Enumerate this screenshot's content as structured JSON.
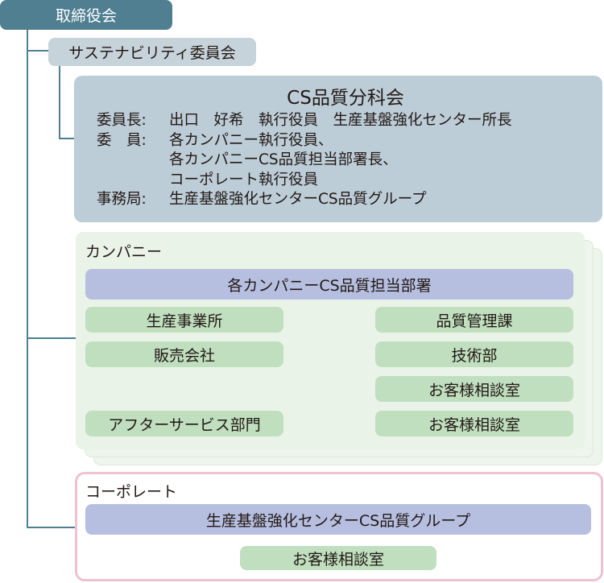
{
  "board": "取締役会",
  "committee": "サステナビリティ委員会",
  "cs_subcommittee": {
    "title": "CS品質分科会",
    "chair_label": "委員長:",
    "chair_lines": [
      "出口　好希　執行役員　生産基盤強化センター所長"
    ],
    "members_label": "委　員:",
    "members_lines": [
      "各カンパニー執行役員、",
      "各カンパニーCS品質担当部署長、",
      "コーポレート執行役員"
    ],
    "secretariat_label": "事務局:",
    "secretariat_lines": [
      "生産基盤強化センターCS品質グループ"
    ]
  },
  "company": {
    "title": "カンパニー",
    "cs_dept": "各カンパニーCS品質担当部署",
    "production_sites": "生産事業所",
    "quality_section": "品質管理課",
    "sales_companies": "販売会社",
    "technical_dept": "技術部",
    "customer_desk_1": "お客様相談室",
    "after_service": "アフターサービス部門",
    "customer_desk_2": "お客様相談室"
  },
  "corporate": {
    "title": "コーポレート",
    "cs_group": "生産基盤強化センターCS品質グループ",
    "customer_desk": "お客様相談室"
  },
  "colors": {
    "board_fill": "#4f7f91",
    "wire_blue": "#4f7f91",
    "wire_green": "#3a9a4c",
    "cs_box_fill": "#bccdd7",
    "company_panel_fill": "#eaf3e8",
    "blue_bar_fill": "#b6bfe0",
    "green_node_fill": "#bfdfbf",
    "corporate_border": "#edc2d2"
  }
}
